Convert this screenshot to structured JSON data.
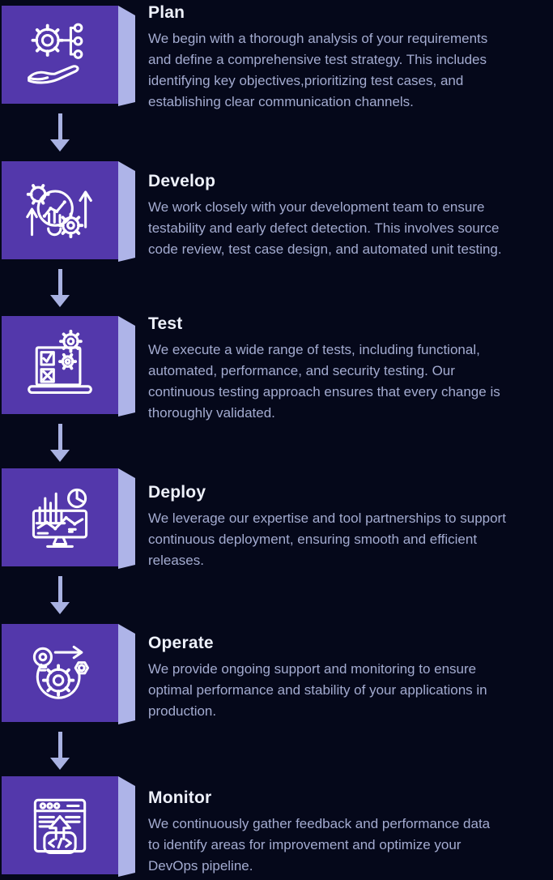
{
  "page": {
    "background_color": "#05081a",
    "box_color": "#5338ab",
    "box_side_color": "#aeb4e8",
    "arrow_color": "#a9b2e2",
    "title_color": "#eef1fb",
    "body_color": "#a3abd0",
    "icon_stroke_color": "#ffffff"
  },
  "steps": [
    {
      "title": "Plan",
      "icon": "plan-icon",
      "lines": [
        "We begin with a thorough analysis of your requirements",
        "and define a comprehensive test strategy. This includes",
        "identifying key objectives,prioritizing test cases, and",
        "establishing clear communication channels."
      ]
    },
    {
      "title": "Develop",
      "icon": "develop-icon",
      "lines": [
        "We work closely with your development team to ensure",
        "testability and early defect detection. This involves source",
        "code review, test case design, and automated unit testing."
      ]
    },
    {
      "title": "Test",
      "icon": "test-icon",
      "lines": [
        "We execute a wide range of tests, including functional,",
        "automated, performance, and security testing. Our",
        "continuous testing approach ensures that every change is",
        "thoroughly validated."
      ]
    },
    {
      "title": "Deploy",
      "icon": "deploy-icon",
      "lines": [
        "We leverage our expertise and tool partnerships to support",
        "continuous deployment, ensuring smooth and efficient",
        "releases."
      ]
    },
    {
      "title": "Operate",
      "icon": "operate-icon",
      "lines": [
        "We provide ongoing support and monitoring to ensure",
        "optimal performance and stability of your applications in",
        "production."
      ]
    },
    {
      "title": "Monitor",
      "icon": "monitor-icon",
      "lines": [
        "We continuously gather feedback and performance data",
        "to identify areas for improvement and optimize your",
        "DevOps pipeline."
      ]
    }
  ]
}
